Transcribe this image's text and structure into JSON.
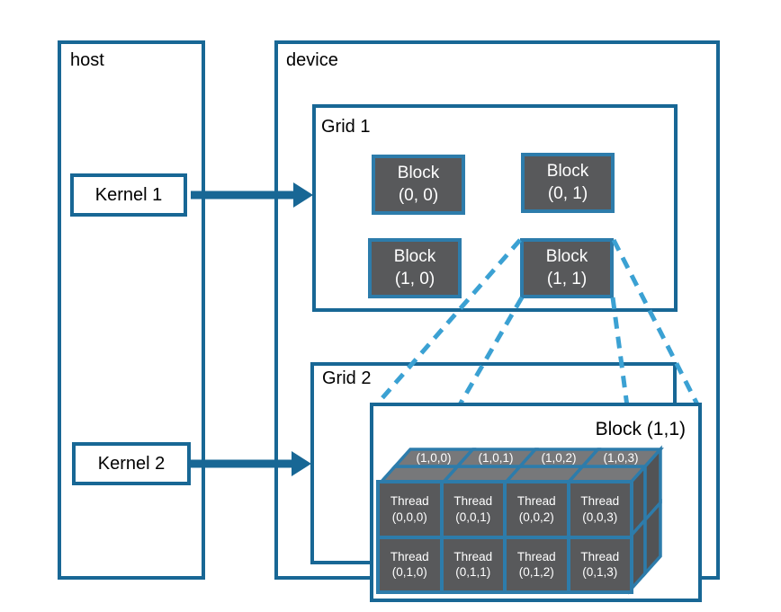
{
  "labels": {
    "host": "host",
    "device": "device",
    "kernel1": "Kernel 1",
    "kernel2": "Kernel 2",
    "grid1": "Grid 1",
    "grid2": "Grid 2",
    "expanded_block_title": "Block (1,1)"
  },
  "grid1_blocks": [
    {
      "name": "Block",
      "index": "(0, 0)"
    },
    {
      "name": "Block",
      "index": "(0, 1)"
    },
    {
      "name": "Block",
      "index": "(1, 0)"
    },
    {
      "name": "Block",
      "index": "(1, 1)"
    }
  ],
  "expanded_block": {
    "top_labels": [
      "(1,0,0)",
      "(1,0,1)",
      "(1,0,2)",
      "(1,0,3)"
    ],
    "threads": [
      [
        {
          "name": "Thread",
          "index": "(0,0,0)"
        },
        {
          "name": "Thread",
          "index": "(0,0,1)"
        },
        {
          "name": "Thread",
          "index": "(0,0,2)"
        },
        {
          "name": "Thread",
          "index": "(0,0,3)"
        }
      ],
      [
        {
          "name": "Thread",
          "index": "(0,1,0)"
        },
        {
          "name": "Thread",
          "index": "(0,1,1)"
        },
        {
          "name": "Thread",
          "index": "(0,1,2)"
        },
        {
          "name": "Thread",
          "index": "(0,1,3)"
        }
      ]
    ]
  },
  "colors": {
    "solid_line": "#186795",
    "block_border": "#2d7cab",
    "block_fill": "#58595b",
    "top_face_fill": "#77787a",
    "side_face_fill": "#525355",
    "dashed_line": "#3ba1d3",
    "text_dark": "#000000",
    "text_light": "#ffffff"
  }
}
